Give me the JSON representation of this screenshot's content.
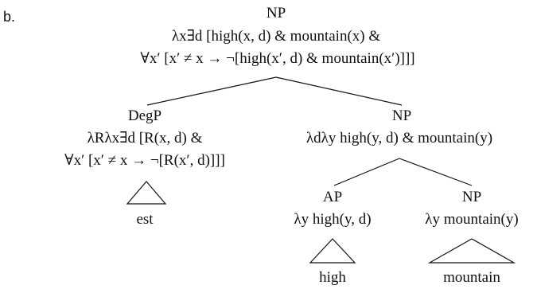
{
  "label": "b.",
  "tree": {
    "root": {
      "category": "NP",
      "formula_line1": "λx∃d [high(x, d) & mountain(x) &",
      "formula_line2": "∀x′ [x′ ≠ x → ¬[high(x′, d) & mountain(x′)]]]"
    },
    "degp": {
      "category": "DegP",
      "formula_line1": "λRλx∃d [R(x, d) &",
      "formula_line2": "∀x′ [x′ ≠ x → ¬[R(x′, d)]]]",
      "leaf": "est"
    },
    "np_right": {
      "category": "NP",
      "formula_line1": "λdλy high(y, d) & mountain(y)"
    },
    "ap": {
      "category": "AP",
      "formula_line1": "λy high(y, d)",
      "leaf": "high"
    },
    "np_leaf": {
      "category": "NP",
      "formula_line1": "λy mountain(y)",
      "leaf": "mountain"
    }
  }
}
